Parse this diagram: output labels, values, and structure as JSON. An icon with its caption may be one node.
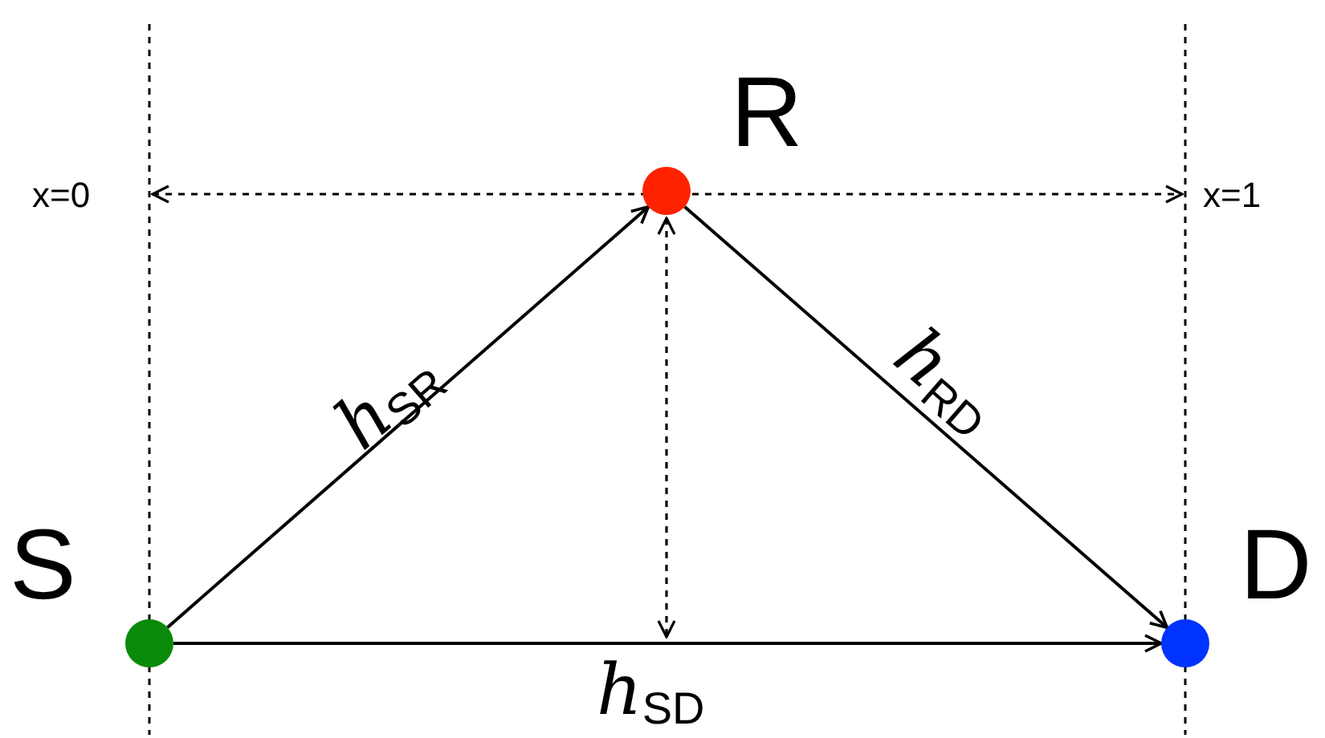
{
  "diagram": {
    "nodes": [
      {
        "text": [],
        "shape": "circle",
        "beside": [
          "R"
        ]
      },
      {
        "text": [],
        "shape": "circle",
        "beside": [
          "S"
        ]
      },
      {
        "text": [],
        "shape": "circle",
        "beside": [
          "D"
        ]
      }
    ],
    "edges": [
      {
        "from": 1,
        "to": 0,
        "arrow": "to",
        "label": "*h*$_{SR}$"
      },
      {
        "from": 0,
        "to": 2,
        "arrow": "to",
        "label": "*h*$_{RD}$"
      },
      {
        "from": 1,
        "to": 2,
        "arrow": "to",
        "label": "*h*$_{SD}$"
      }
    ],
    "labels": [
      "x=0",
      "x=1"
    ]
  }
}
